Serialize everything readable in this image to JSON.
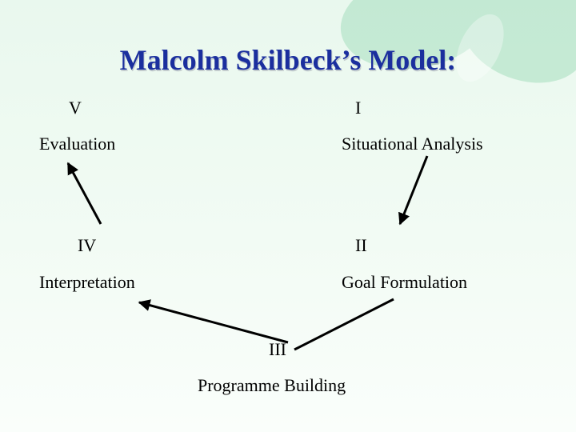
{
  "title": "Malcolm Skilbeck’s Model:",
  "stages": [
    {
      "numeral": "I",
      "name": "Situational Analysis"
    },
    {
      "numeral": "II",
      "name": "Goal Formulation"
    },
    {
      "numeral": "III",
      "name": "Programme Building"
    },
    {
      "numeral": "IV",
      "name": "Interpretation"
    },
    {
      "numeral": "V",
      "name": "Evaluation"
    }
  ],
  "colors": {
    "title": "#1b2f9e",
    "arrows": "#000000",
    "clover": "#7fd0a3"
  }
}
